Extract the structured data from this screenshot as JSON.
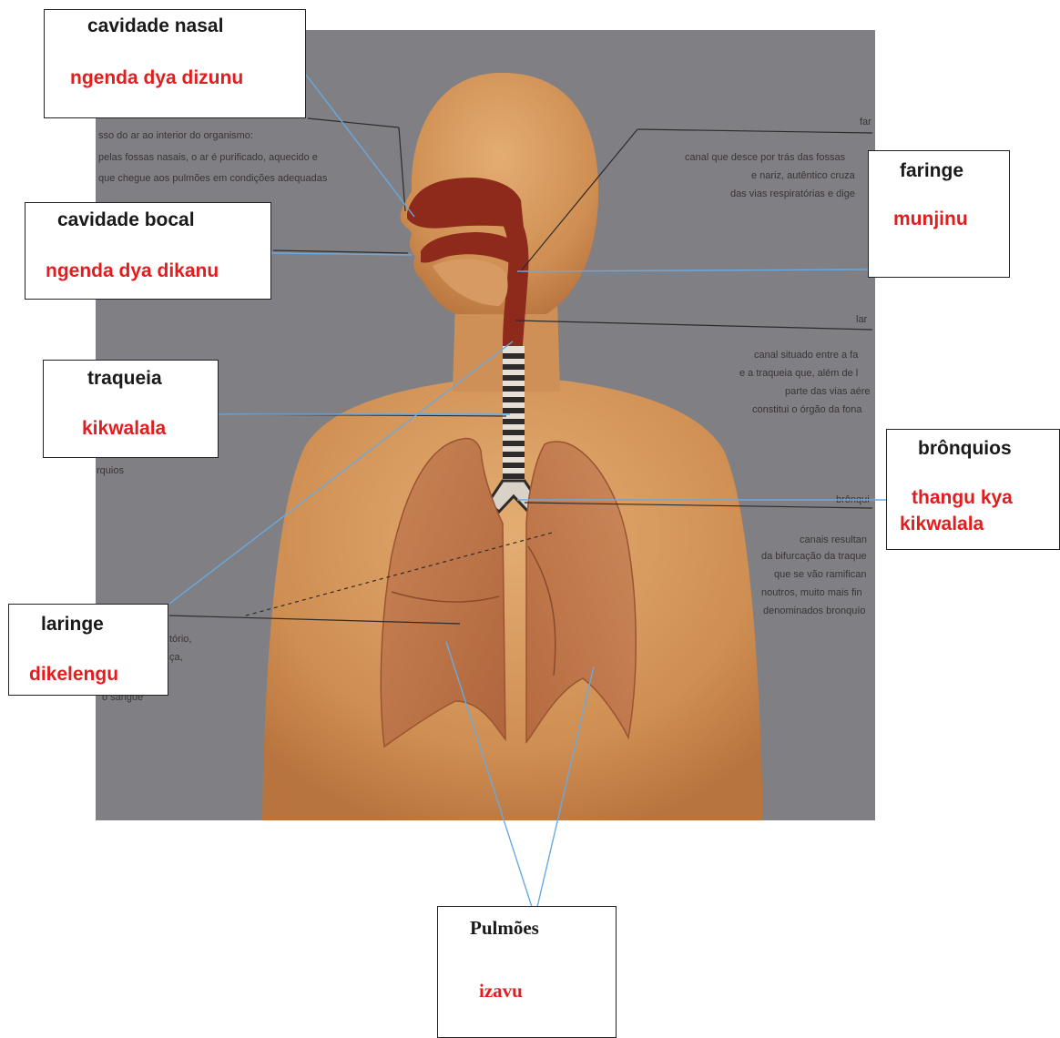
{
  "colors": {
    "background_panel": "#7f7f84",
    "skin": "#d89a5d",
    "airway": "#8e2a1c",
    "lung": "#c77a4e",
    "leader_line": "#6aa9e0",
    "portuguese_text": "#1a1a1a",
    "kimbundu_text": "#e31d1d"
  },
  "labels": {
    "nasal": {
      "pt": "cavidade nasal",
      "kb": "ngenda dya dizunu"
    },
    "bocal": {
      "pt": "cavidade bocal",
      "kb": "ngenda dya dikanu"
    },
    "traqueia": {
      "pt": "traqueia",
      "kb": "kikwalala"
    },
    "laringe": {
      "pt": "laringe",
      "kb": "dikelengu"
    },
    "faringe": {
      "pt": "faringe",
      "kb": "munjinu"
    },
    "bronquios": {
      "pt": "brônquios",
      "kb_line1": "thangu kya",
      "kb_line2": "kikwalala"
    },
    "pulmoes": {
      "pt": "Pulmões",
      "kb": "izavu"
    }
  },
  "background_text": {
    "left_block": [
      "sso do ar ao interior do organismo:",
      "pelas fossas nasais, o ar é purificado, aquecido e",
      "que chegue aos pulmões em condições adequadas"
    ],
    "faringe_block": [
      "canal que desce por trás das fossas",
      "e nariz, autêntico cruza",
      "das vias respiratórias e dige"
    ],
    "laringe_block": [
      "canal situado entre a fa",
      "e a traqueia que, além de l",
      "parte das vias aére",
      "constitui o órgão da fona"
    ],
    "bronquios_block": [
      "canais resultan",
      "da bifurcação da traque",
      "que se vão ramifican",
      "noutros, muito mais fin",
      "denominados bronquío"
    ],
    "small_fragments": [
      "far",
      "lar",
      "brônqui",
      "rquios",
      "tório,",
      "ça,",
      "o sangue"
    ]
  }
}
